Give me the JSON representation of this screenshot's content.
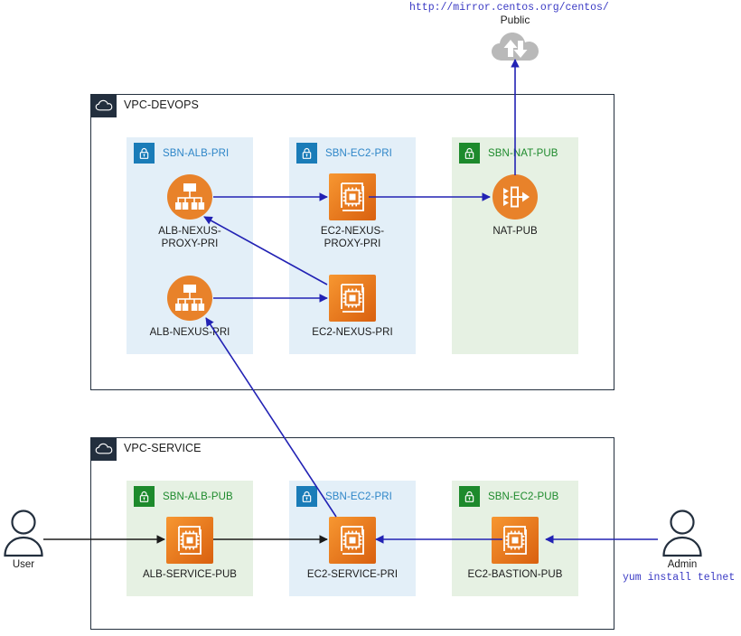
{
  "theme": {
    "vpc_border": "#232F3E",
    "vpc_tab_bg": "#232F3E",
    "subnet_private_bg": "#E3EFF8",
    "subnet_public_bg": "#E6F1E3",
    "private_accent": "#1A7CB8",
    "public_accent": "#1D8A2C",
    "aws_orange": "#E8822A",
    "link_blue": "#2222B4",
    "link_black": "#1B1B1B",
    "mono_text_blue": "#3A3AC4",
    "cloud_grey": "#B9B9B9"
  },
  "internet": {
    "url": "http://mirror.centos.org/centos/",
    "cloud_label": "Public",
    "cloud_icon": "public-cloud-icon"
  },
  "vpcs": [
    {
      "id": "vpc-devops",
      "title": "VPC-DEVOPS",
      "icon": "vpc-cloud-icon",
      "subnets": [
        {
          "id": "sbn-alb-pri",
          "label": "SBN-ALB-PRI",
          "kind": "pri",
          "icon": "lock-icon",
          "nodes": [
            {
              "id": "alb-nexus-proxy-pri",
              "caption": "ALB-NEXUS-\nPROXY-PRI",
              "icon": "alb-icon"
            },
            {
              "id": "alb-nexus-pri",
              "caption": "ALB-NEXUS-PRI",
              "icon": "alb-icon"
            }
          ]
        },
        {
          "id": "sbn-ec2-pri-devops",
          "label": "SBN-EC2-PRI",
          "kind": "pri",
          "icon": "lock-icon",
          "nodes": [
            {
              "id": "ec2-nexus-proxy-pri",
              "caption": "EC2-NEXUS-\nPROXY-PRI",
              "icon": "ec2-icon"
            },
            {
              "id": "ec2-nexus-pri",
              "caption": "EC2-NEXUS-PRI",
              "icon": "ec2-icon"
            }
          ]
        },
        {
          "id": "sbn-nat-pub",
          "label": "SBN-NAT-PUB",
          "kind": "pub",
          "icon": "lock-icon",
          "nodes": [
            {
              "id": "nat-pub",
              "caption": "NAT-PUB",
              "icon": "nat-gateway-icon"
            }
          ]
        }
      ]
    },
    {
      "id": "vpc-service",
      "title": "VPC-SERVICE",
      "icon": "vpc-cloud-icon",
      "subnets": [
        {
          "id": "sbn-alb-pub",
          "label": "SBN-ALB-PUB",
          "kind": "pub",
          "icon": "lock-icon",
          "nodes": [
            {
              "id": "alb-service-pub",
              "caption": "ALB-SERVICE-PUB",
              "icon": "ec2-icon"
            }
          ]
        },
        {
          "id": "sbn-ec2-pri-service",
          "label": "SBN-EC2-PRI",
          "kind": "pri",
          "icon": "lock-icon",
          "nodes": [
            {
              "id": "ec2-service-pri",
              "caption": "EC2-SERVICE-PRI",
              "icon": "ec2-icon"
            }
          ]
        },
        {
          "id": "sbn-ec2-pub",
          "label": "SBN-EC2-PUB",
          "kind": "pub",
          "icon": "lock-icon",
          "nodes": [
            {
              "id": "ec2-bastion-pub",
              "caption": "EC2-BASTION-PUB",
              "icon": "ec2-icon"
            }
          ]
        }
      ]
    }
  ],
  "actors": [
    {
      "id": "user",
      "caption": "User",
      "icon": "user-icon",
      "note": ""
    },
    {
      "id": "admin",
      "caption": "Admin",
      "icon": "user-icon",
      "note": "yum install telnet"
    }
  ],
  "connections": [
    {
      "from": "alb-nexus-proxy-pri",
      "to": "ec2-nexus-proxy-pri",
      "color": "#2222B4",
      "arrows": "end"
    },
    {
      "from": "ec2-nexus-proxy-pri",
      "to": "nat-pub",
      "color": "#2222B4",
      "arrows": "end"
    },
    {
      "from": "nat-pub",
      "to": "public-cloud",
      "color": "#2222B4",
      "arrows": "end"
    },
    {
      "from": "alb-nexus-pri",
      "to": "ec2-nexus-pri",
      "color": "#2222B4",
      "arrows": "end"
    },
    {
      "from": "ec2-nexus-pri",
      "to": "alb-nexus-proxy-pri",
      "color": "#2222B4",
      "arrows": "end"
    },
    {
      "from": "ec2-service-pri",
      "to": "alb-nexus-pri",
      "color": "#2222B4",
      "arrows": "end"
    },
    {
      "from": "user",
      "to": "alb-service-pub",
      "color": "#1B1B1B",
      "arrows": "end"
    },
    {
      "from": "alb-service-pub",
      "to": "ec2-service-pri",
      "color": "#1B1B1B",
      "arrows": "end"
    },
    {
      "from": "admin",
      "to": "ec2-bastion-pub",
      "color": "#2222B4",
      "arrows": "end"
    },
    {
      "from": "ec2-bastion-pub",
      "to": "ec2-service-pri",
      "color": "#2222B4",
      "arrows": "end"
    }
  ]
}
